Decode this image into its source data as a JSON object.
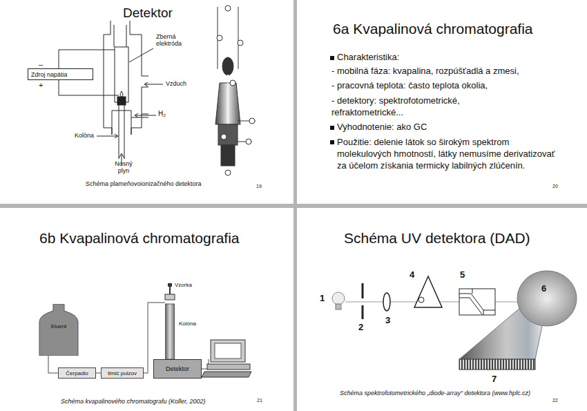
{
  "diagram": {
    "nodes": [
      {
        "text": [
          "Zdroj napätia"
        ]
      },
      {
        "text": [
          "Eluent"
        ]
      },
      {
        "text": [
          "Čerpadlo"
        ]
      },
      {
        "text": [
          "tlmič pulzov"
        ]
      },
      {
        "text": [
          "Kolóna"
        ]
      },
      {
        "text": [
          "Detektor"
        ]
      }
    ],
    "edges": [
      {
        "from": 1,
        "to": 2,
        "arrow": "none"
      },
      {
        "from": 2,
        "to": 3,
        "arrow": "none"
      },
      {
        "from": 3,
        "to": 4,
        "arrow": "none"
      }
    ],
    "labels": [
      "Detektor",
      "Zberná elektróda",
      "–",
      "+",
      "Vzduch",
      "H₂",
      "Kolóna",
      "Nosný plyn",
      "Schéma plameňovoionizačného detektora",
      "19",
      "6a Kvapalinová chromatografia",
      "Charakteristika:",
      "- mobilná fáza: kvapalina, rozpúšťadlá a zmesi,",
      "- pracovná teplota: často teplota okolia,",
      "- detektory: spektrofotometrické, refraktometrické...",
      "Vyhodnotenie: ako GC",
      "Použitie: delenie látok so širokým spektrom molekulových hmotností, látky nemusíme derivatizovať za účelom získania termicky labilných zlúčenín.",
      "20",
      "6b Kvapalinová chromatografia",
      "Vzorka",
      "Schéma kvapalinového chromatografu (Koller, 2002)",
      "21",
      "Schéma UV detektora (DAD)",
      "1",
      "2",
      "3",
      "4",
      "5",
      "6",
      "7",
      "Schéma spektrofotometrického „diode-array“ detektora (www.hplc.cz)",
      "22"
    ]
  }
}
